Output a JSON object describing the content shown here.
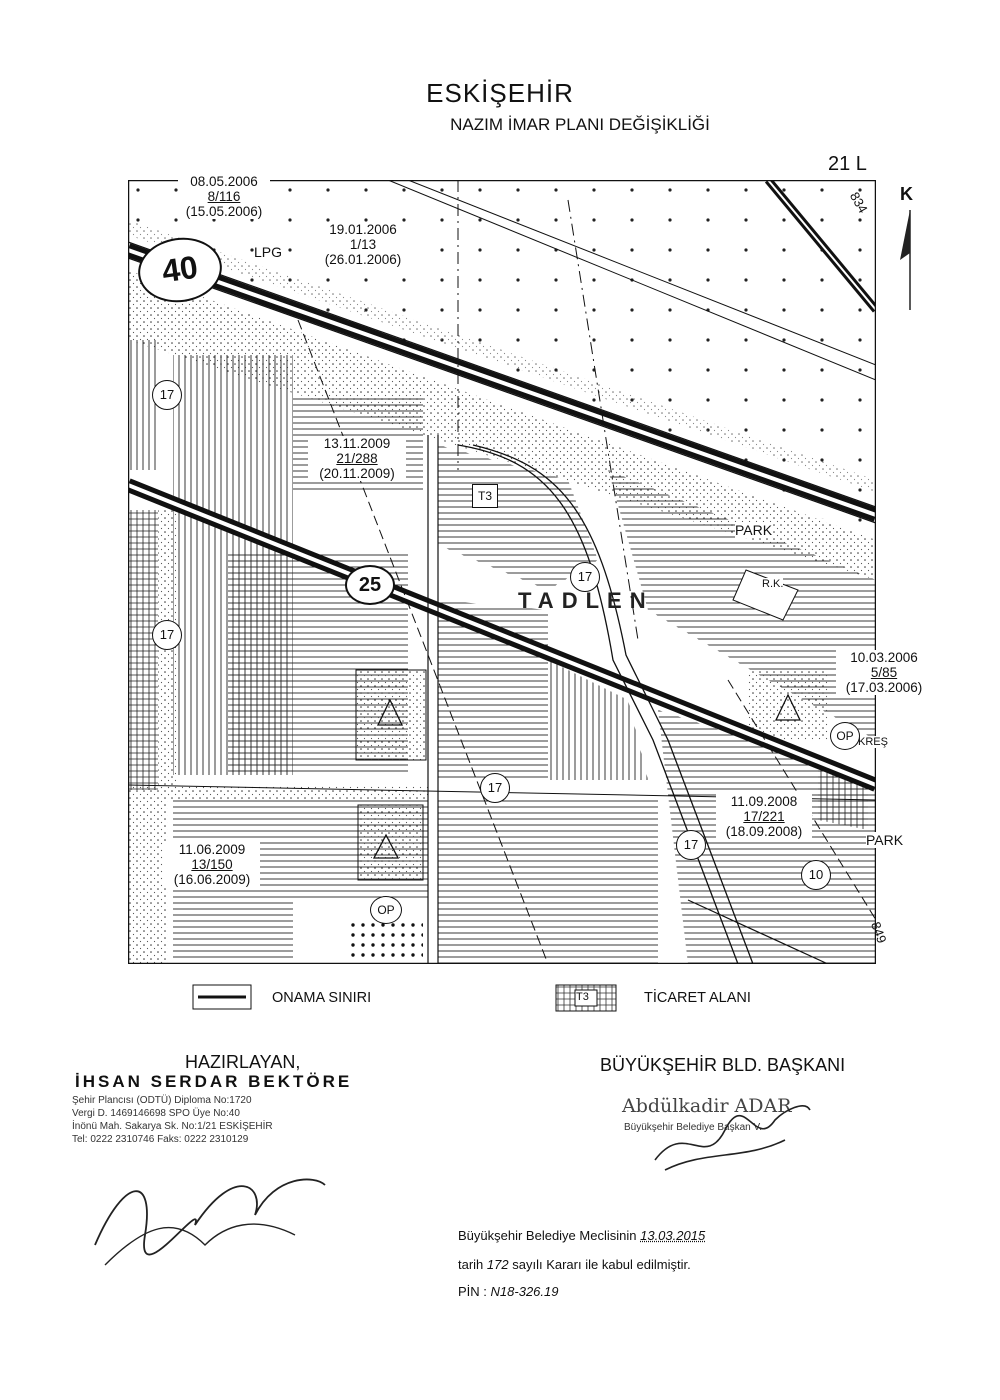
{
  "header": {
    "city": "ESKİŞEHİR",
    "subtitle": "NAZIM İMAR PLANI DEĞİŞİKLİĞİ",
    "sheet": "21 L",
    "north": "K"
  },
  "map": {
    "road_numbers": [
      "40",
      "25"
    ],
    "circle_codes": [
      "17",
      "17",
      "17",
      "17",
      "17",
      "10"
    ],
    "area_labels": {
      "lpg": "LPG",
      "park1": "PARK",
      "park2": "PARK",
      "rk": "R.K.",
      "kres": "KREŞ",
      "op1": "OP",
      "op2": "OP",
      "district": "TADLEN",
      "t3": "T3",
      "contour1": "834",
      "contour2": "849"
    },
    "decisions": [
      {
        "date": "08.05.2006",
        "no": "8/116",
        "pub": "(15.05.2006)"
      },
      {
        "date": "19.01.2006",
        "no": "1/13",
        "pub": "(26.01.2006)"
      },
      {
        "date": "13.11.2009",
        "no": "21/288",
        "pub": "(20.11.2009)"
      },
      {
        "date": "10.03.2006",
        "no": "5/85",
        "pub": "(17.03.2006)"
      },
      {
        "date": "11.09.2008",
        "no": "17/221",
        "pub": "(18.09.2008)"
      },
      {
        "date": "11.06.2009",
        "no": "13/150",
        "pub": "(16.06.2009)"
      }
    ]
  },
  "legend": {
    "onama": "ONAMA SINIRI",
    "ticaret": "TİCARET ALANI",
    "ticaret_code": "T3"
  },
  "signatures": {
    "prepared_title": "HAZIRLAYAN,",
    "preparer_name": "İHSAN SERDAR BEKTÖRE",
    "stamp_lines": [
      "Şehir Plancısı (ODTÜ)   Diploma No:1720",
      "Vergi D. 1469146698   SPO Üye No:40",
      "İnönü Mah. Sakarya Sk. No:1/21   ESKİŞEHİR",
      "Tel: 0222 2310746   Faks: 0222 2310129"
    ],
    "mayor_title": "BÜYÜKŞEHİR BLD. BAŞKANI",
    "mayor_name": "Abdülkadir ADAR",
    "mayor_subtitle": "Büyükşehir Belediye Başkan V."
  },
  "approval": {
    "line1_prefix": "Büyükşehir Belediye Meclisinin",
    "date": "13.03.2015",
    "line2_prefix": "tarih",
    "number": "172",
    "line2_suffix": "sayılı Kararı ile kabul edilmiştir.",
    "pin_label": "PİN :",
    "pin": "N18-326.19"
  }
}
